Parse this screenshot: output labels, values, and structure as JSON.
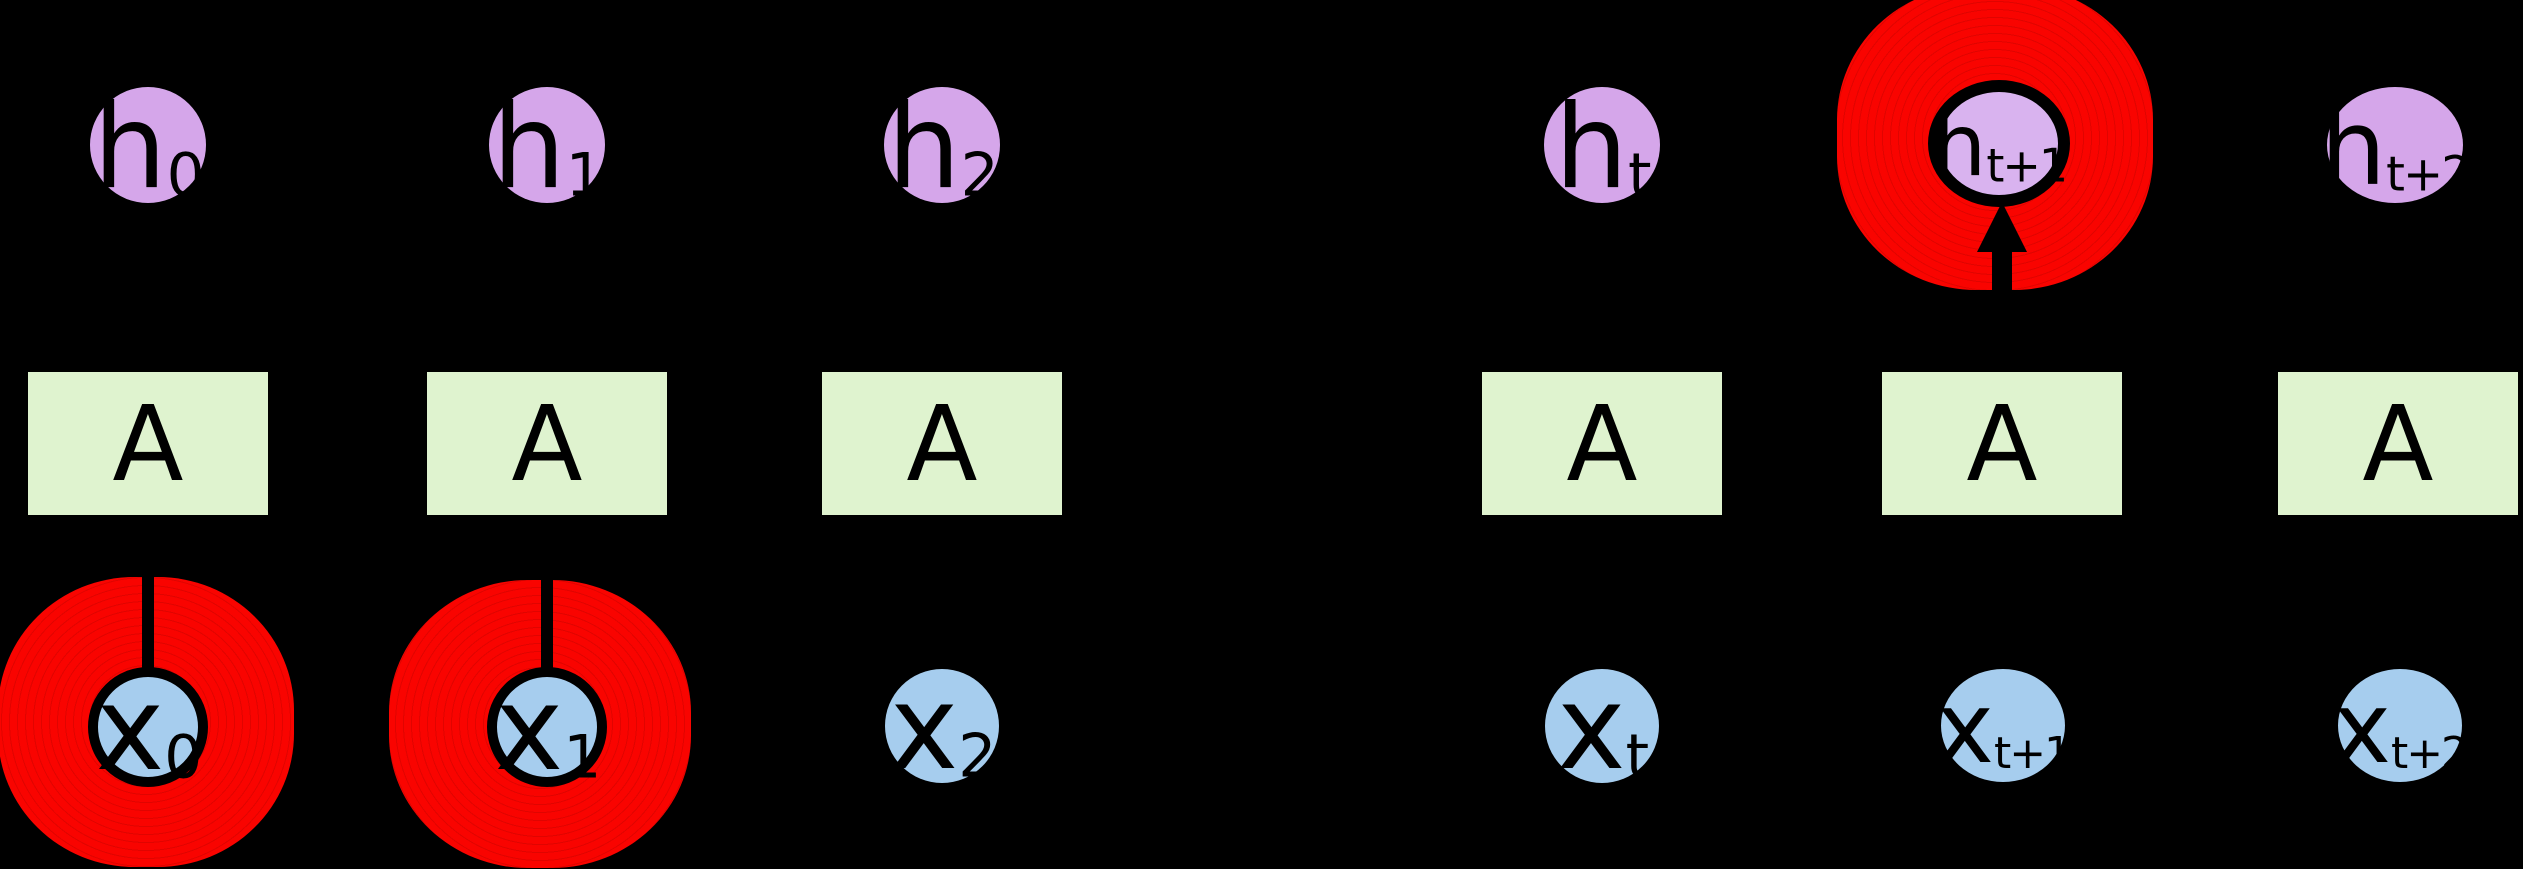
{
  "diagram_type": "unrolled-recurrent-network",
  "colors": {
    "background": "#000000",
    "hidden_fill": "#d5a6ea",
    "hidden_highlighted_fill": "#d9b3ef",
    "input_fill": "#a6cdee",
    "block_fill": "#dff3cf",
    "highlight_marker": "#f90400",
    "line": "#000000"
  },
  "columns": [
    {
      "time": "0",
      "hidden": {
        "base": "h",
        "sub": "0"
      },
      "block": "A",
      "input": {
        "base": "x",
        "sub": "0"
      },
      "input_highlighted": true,
      "hidden_highlighted": false,
      "arrow_into_hidden": false
    },
    {
      "time": "1",
      "hidden": {
        "base": "h",
        "sub": "1"
      },
      "block": "A",
      "input": {
        "base": "x",
        "sub": "1"
      },
      "input_highlighted": true,
      "hidden_highlighted": false,
      "arrow_into_hidden": false
    },
    {
      "time": "2",
      "hidden": {
        "base": "h",
        "sub": "2"
      },
      "block": "A",
      "input": {
        "base": "x",
        "sub": "2"
      },
      "input_highlighted": false,
      "hidden_highlighted": false,
      "arrow_into_hidden": false
    },
    {
      "time": "t",
      "hidden": {
        "base": "h",
        "sub": "t"
      },
      "block": "A",
      "input": {
        "base": "x",
        "sub": "t"
      },
      "input_highlighted": false,
      "hidden_highlighted": false,
      "arrow_into_hidden": false
    },
    {
      "time": "t+1",
      "hidden": {
        "base": "h",
        "sub": "t+1"
      },
      "block": "A",
      "input": {
        "base": "x",
        "sub": "t+1"
      },
      "input_highlighted": false,
      "hidden_highlighted": true,
      "arrow_into_hidden": true
    },
    {
      "time": "t+2",
      "hidden": {
        "base": "h",
        "sub": "t+2"
      },
      "block": "A",
      "input": {
        "base": "x",
        "sub": "t+2"
      },
      "input_highlighted": false,
      "hidden_highlighted": false,
      "arrow_into_hidden": false
    }
  ]
}
